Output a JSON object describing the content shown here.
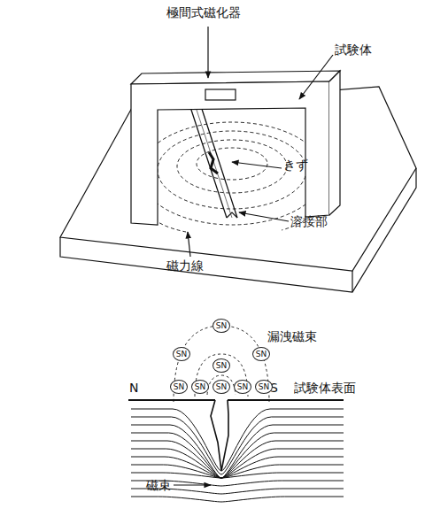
{
  "diagram": {
    "nodes": [
      {
        "text": [
          "SN"
        ]
      },
      {
        "text": [
          "SN"
        ]
      },
      {
        "text": [
          "SN"
        ]
      },
      {
        "text": [
          "SN"
        ]
      },
      {
        "text": [
          "SN"
        ]
      },
      {
        "text": [
          "SN"
        ]
      },
      {
        "text": [
          "SN"
        ]
      },
      {
        "text": [
          "SN"
        ]
      },
      {
        "text": [
          "SN"
        ]
      }
    ],
    "labels": [
      "極間式磁化器",
      "試験体",
      "きず",
      "溶接部",
      "磁力線",
      "漏洩磁束",
      "N",
      "S",
      "試験体表面",
      "磁束"
    ]
  }
}
